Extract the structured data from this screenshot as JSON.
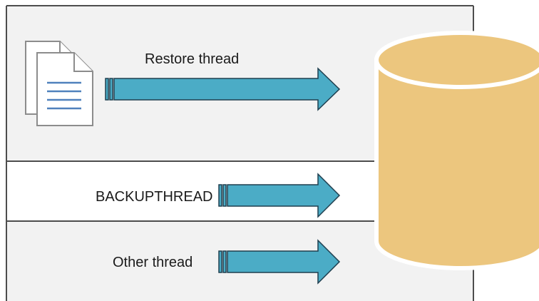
{
  "diagram": {
    "threads": [
      {
        "label": "Restore thread",
        "has_document_icon": true
      },
      {
        "label": "BACKUPTHREAD",
        "has_document_icon": false
      },
      {
        "label": "Other thread",
        "has_document_icon": false
      }
    ],
    "colors": {
      "arrow_fill": "#4bacc6",
      "arrow_stroke": "#1f3f4f",
      "database_fill": "#ecc67e",
      "database_rim": "#ffffff",
      "panel_fill": "#f2f2f2",
      "panel_white": "#ffffff",
      "border": "#4d4d4d",
      "document_lines": "#4f81bd"
    },
    "icons": {
      "documents": "documents-icon",
      "database": "database-cylinder-icon"
    }
  }
}
